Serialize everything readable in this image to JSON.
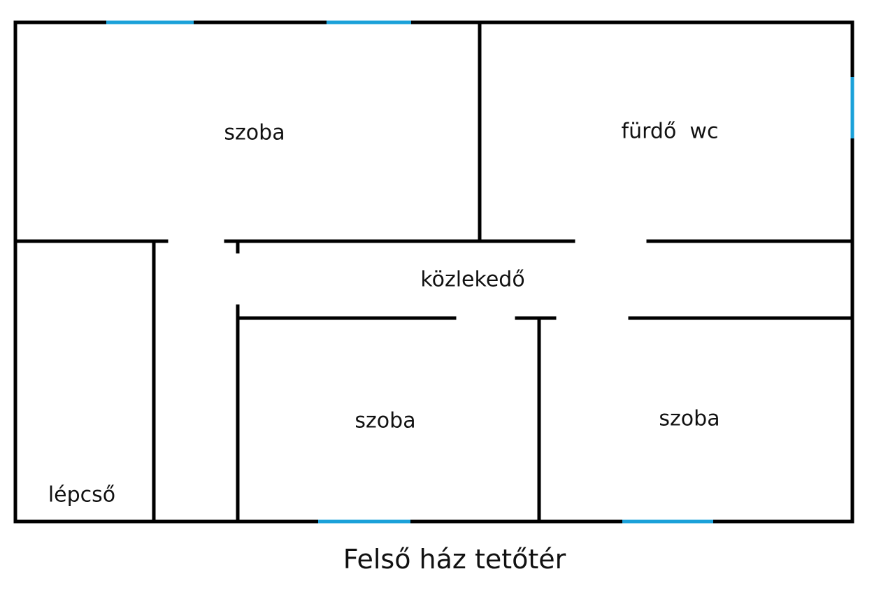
{
  "title": "Felső ház tetőtér",
  "rooms": {
    "room_top_left": "szoba",
    "bathroom": "fürdő  wc",
    "hallway": "közlekedő",
    "room_bottom_middle": "szoba",
    "room_bottom_right": "szoba",
    "stairs": "lépcső"
  },
  "colors": {
    "wall": "#000000",
    "window": "#1ba1d9"
  }
}
